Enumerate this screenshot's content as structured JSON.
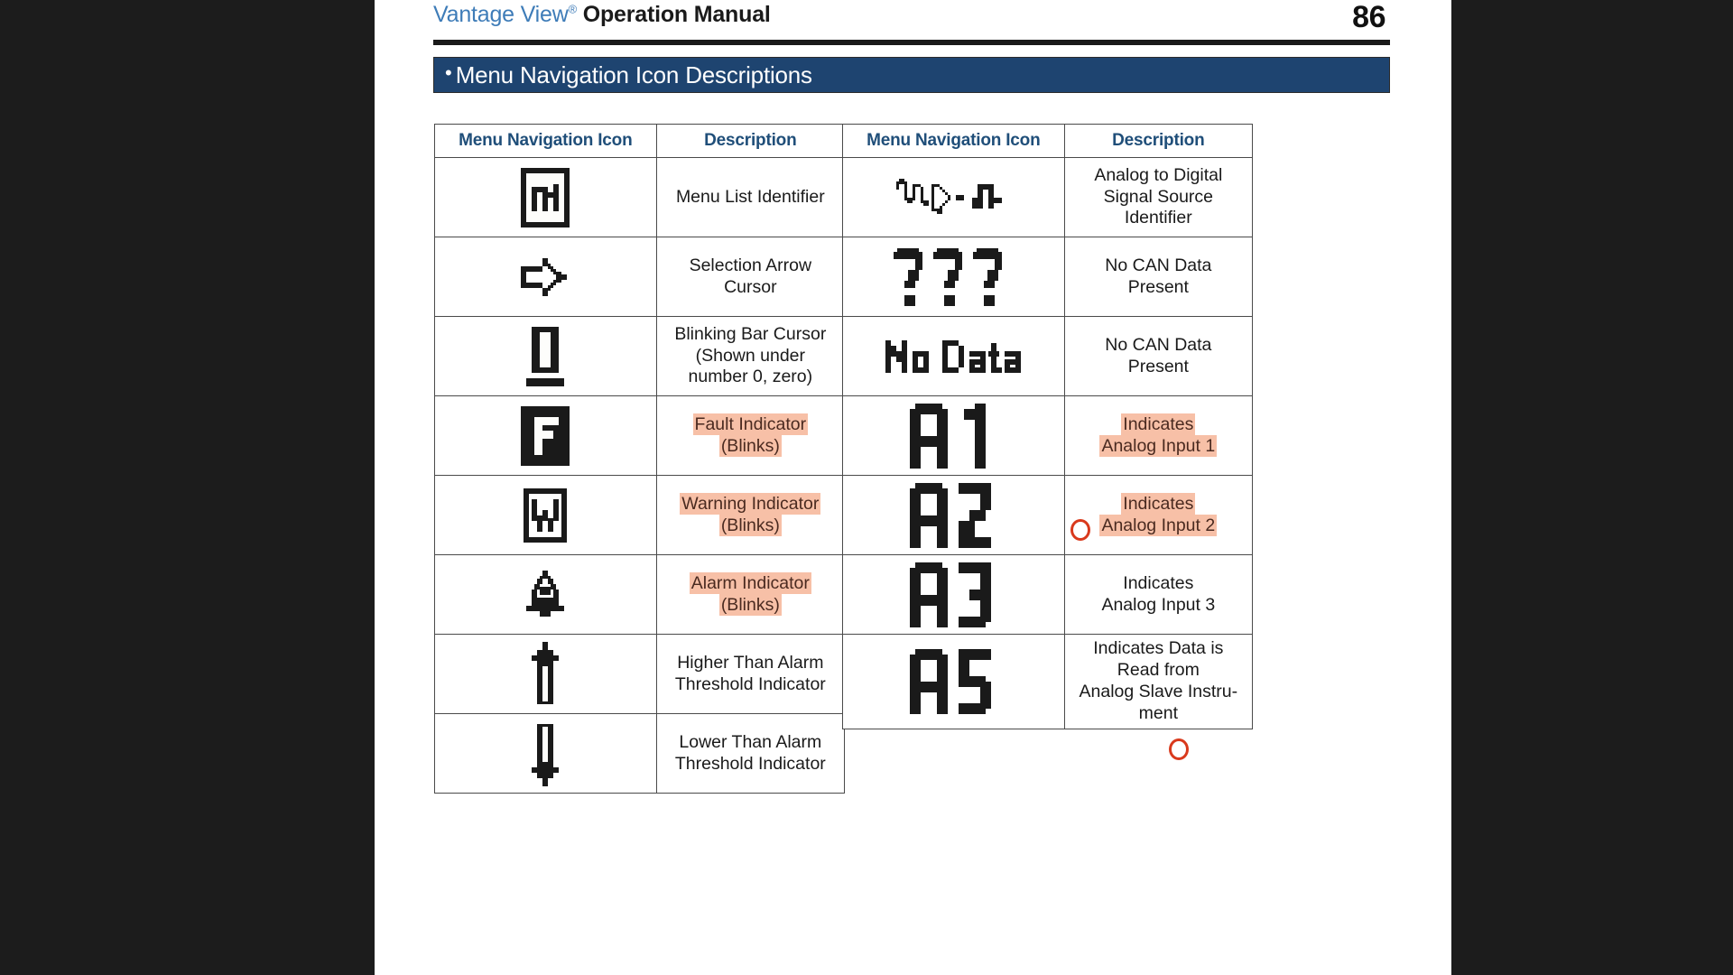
{
  "document": {
    "brand": "Vantage View",
    "registered_mark": "®",
    "subtitle": "Operation Manual",
    "page_number": "86"
  },
  "section": {
    "bullet": "•",
    "title": "Menu Navigation Icon Descriptions"
  },
  "colors": {
    "banner_blue": "#1e4470",
    "brand_blue": "#3e7cb8",
    "header_text_blue": "#1f4e79",
    "highlight_peach": "#f7c0a7",
    "highlight_text": "#4a2a20",
    "annotation_red": "#d9391c",
    "backdrop": "#1c1c1c"
  },
  "tables": [
    {
      "id": "left",
      "headers": [
        "Menu Navigation Icon",
        "Description"
      ],
      "rows": [
        {
          "icon_name": "menu-list-identifier-icon",
          "description": "Menu List Identifier",
          "highlighted": false
        },
        {
          "icon_name": "selection-arrow-cursor-icon",
          "description": "Selection Arrow\nCursor",
          "highlighted": false
        },
        {
          "icon_name": "blinking-bar-cursor-icon",
          "description": "Blinking Bar Cursor\n(Shown under\nnumber 0, zero)",
          "highlighted": false
        },
        {
          "icon_name": "fault-indicator-icon",
          "description": "Fault Indicator\n(Blinks)",
          "highlighted": true
        },
        {
          "icon_name": "warning-indicator-icon",
          "description": "Warning Indicator\n(Blinks)",
          "highlighted": true
        },
        {
          "icon_name": "alarm-indicator-icon",
          "description": "Alarm Indicator\n(Blinks)",
          "highlighted": true
        },
        {
          "icon_name": "higher-than-alarm-threshold-icon",
          "description": "Higher Than Alarm\nThreshold Indicator",
          "highlighted": false
        },
        {
          "icon_name": "lower-than-alarm-threshold-icon",
          "description": "Lower Than Alarm\nThreshold Indicator",
          "highlighted": false
        }
      ]
    },
    {
      "id": "right",
      "headers": [
        "Menu Navigation Icon",
        "Description"
      ],
      "rows": [
        {
          "icon_name": "analog-to-digital-signal-source-icon",
          "description": "Analog to Digital\nSignal Source\nIdentifier",
          "highlighted": false
        },
        {
          "icon_name": "question-marks-icon",
          "description": "No CAN Data\nPresent",
          "highlighted": false
        },
        {
          "icon_name": "no-data-icon",
          "description": "No CAN Data\nPresent",
          "highlighted": false
        },
        {
          "icon_name": "analog-input-1-icon",
          "description": "Indicates\nAnalog Input 1",
          "highlighted": true
        },
        {
          "icon_name": "analog-input-2-icon",
          "description": "Indicates\nAnalog Input 2",
          "highlighted": true
        },
        {
          "icon_name": "analog-input-3-icon",
          "description": "Indicates\nAnalog Input 3",
          "highlighted": false
        },
        {
          "icon_name": "analog-slave-icon",
          "description": "Indicates Data is\nRead from\nAnalog Slave Instru-\nment",
          "highlighted": false
        }
      ]
    }
  ],
  "annotations": [
    {
      "name": "fault-indicator-annotation-circle",
      "shape": "circle"
    },
    {
      "name": "alarm-indicator-annotation-circle",
      "shape": "circle"
    }
  ]
}
